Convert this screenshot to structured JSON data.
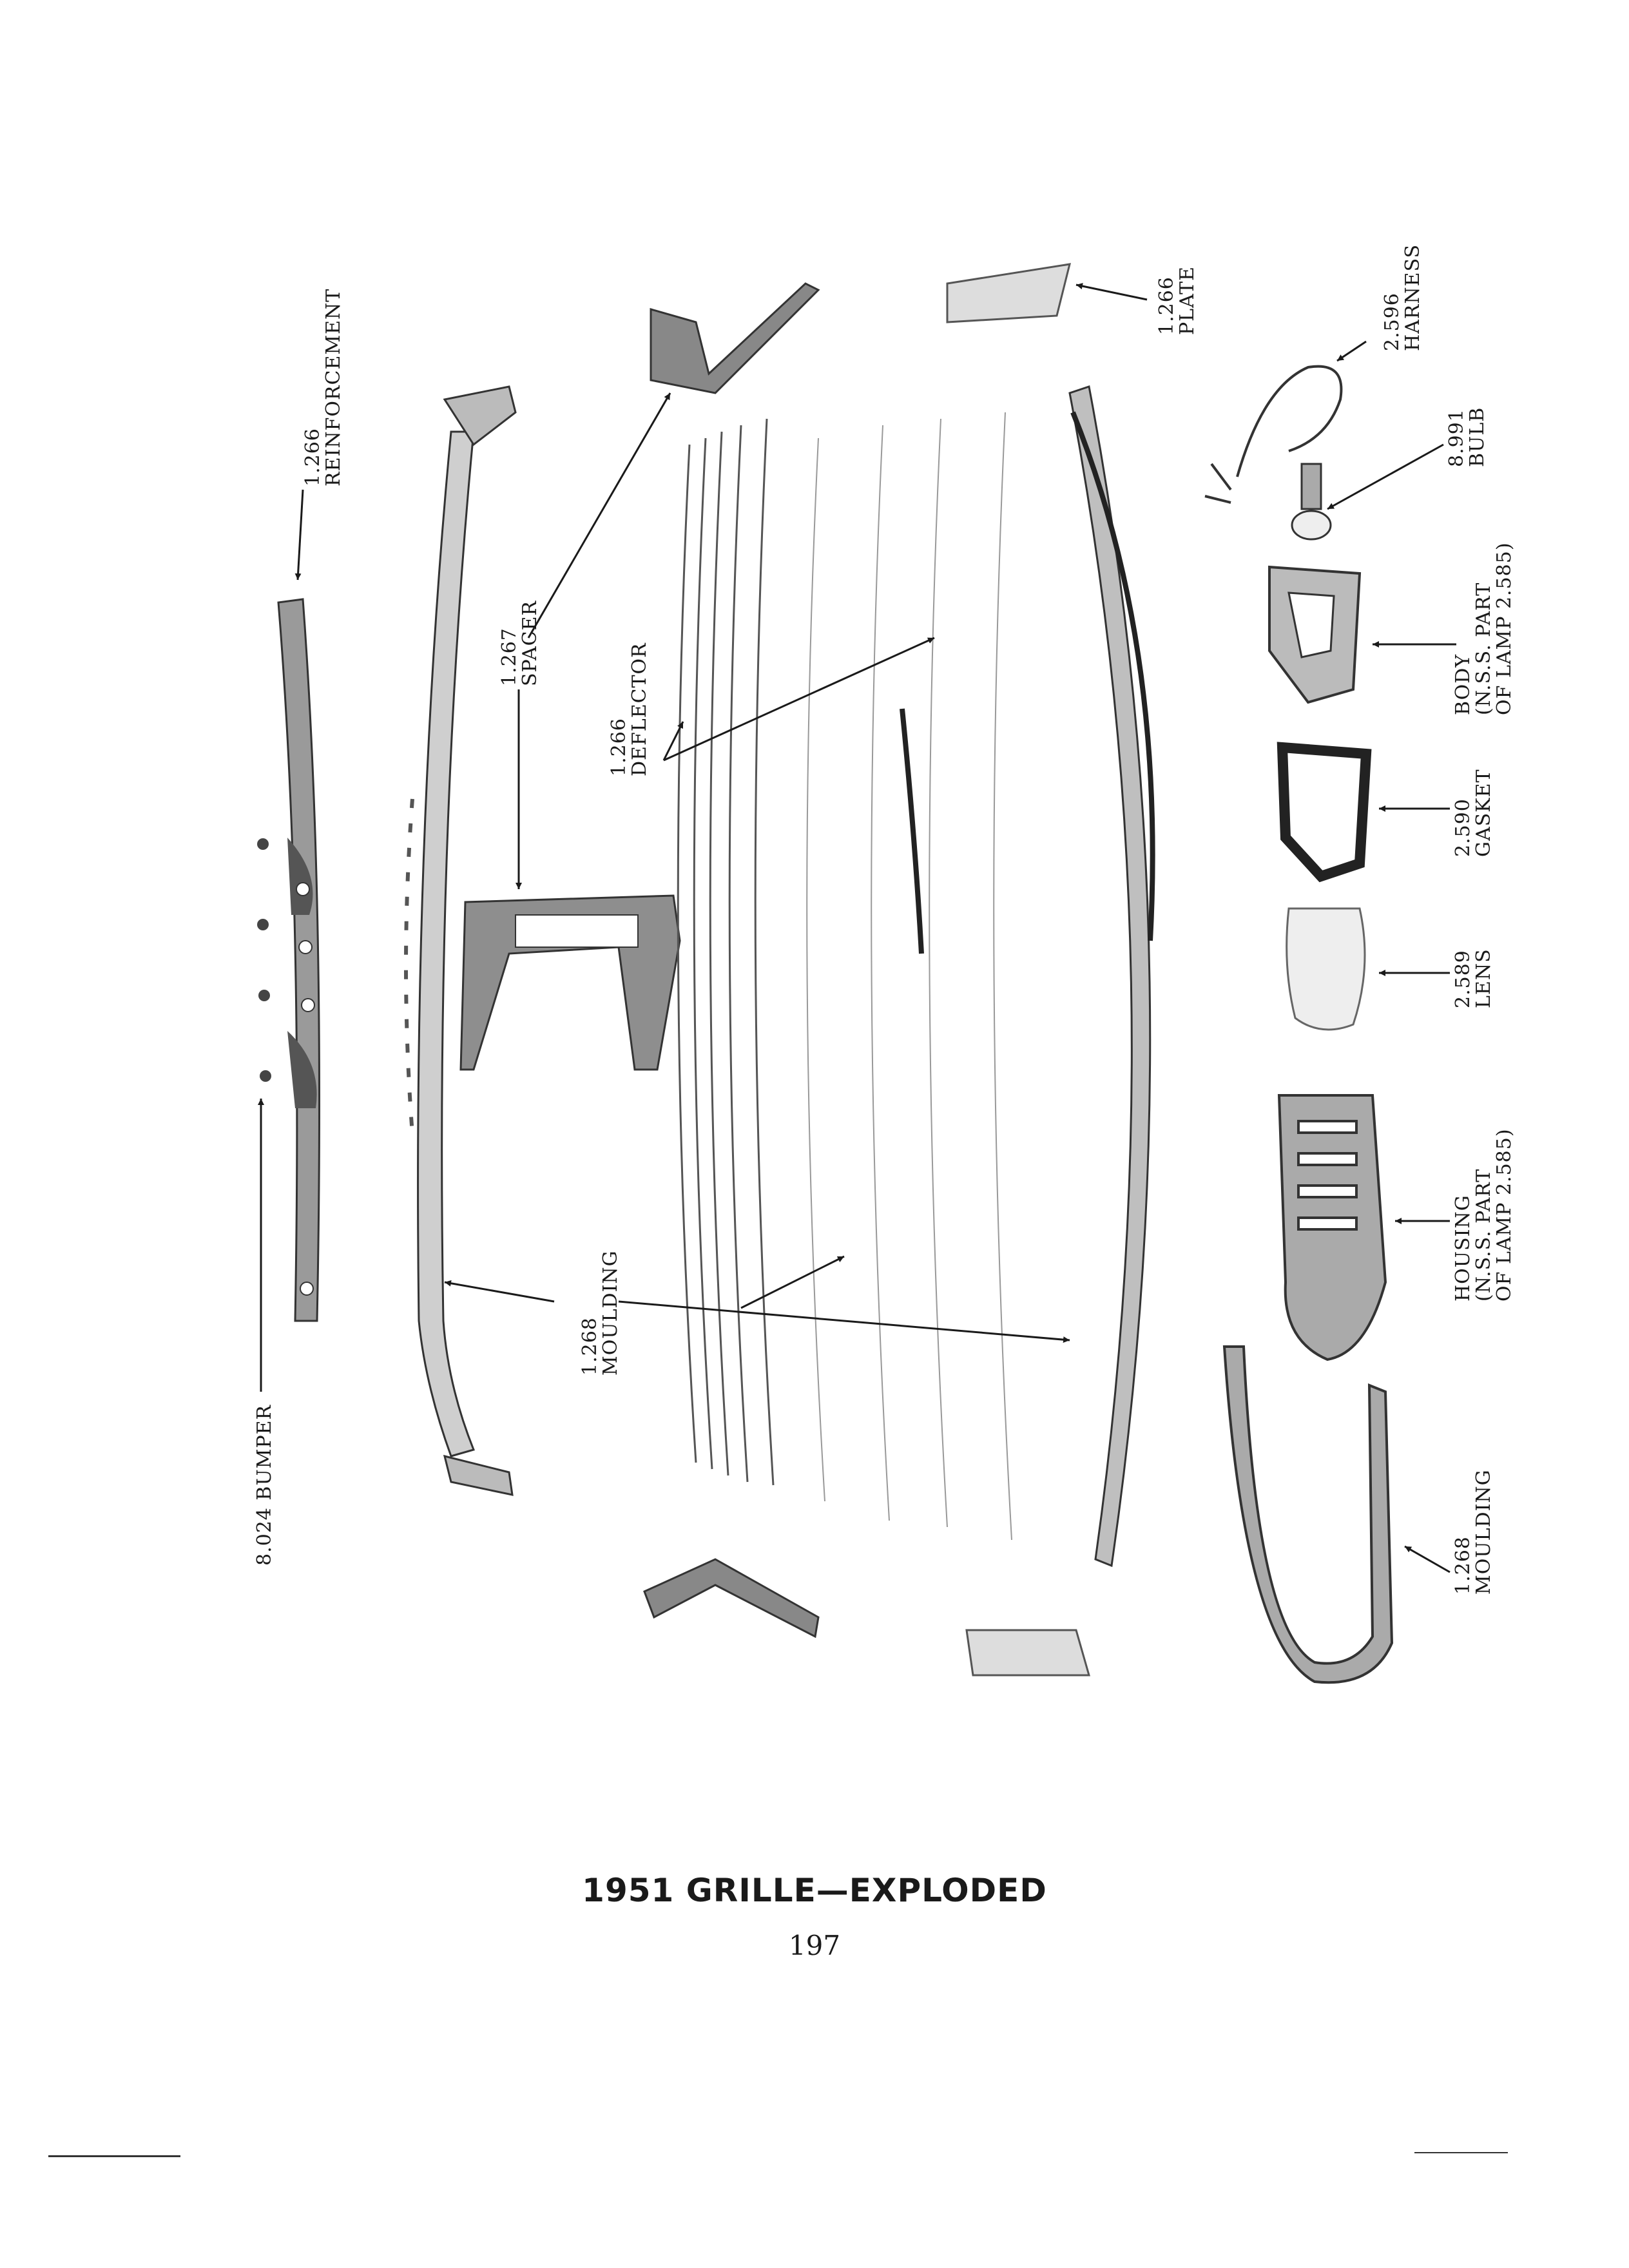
{
  "labels": {
    "bumper": "8.024 BUMPER",
    "reinforcement": {
      "num": "1.266",
      "name": "REINFORCEMENT"
    },
    "spacer": {
      "num": "1.267",
      "name": "SPACER"
    },
    "deflector": {
      "num": "1.266",
      "name": "DEFLECTOR"
    },
    "moulding_main": {
      "num": "1.268",
      "name": "MOULDING"
    },
    "plate": {
      "num": "1.266",
      "name": "PLATE"
    },
    "harness": {
      "num": "2.596",
      "name": "HARNESS"
    },
    "bulb": {
      "num": "8.991",
      "name": "BULB"
    },
    "body": {
      "name": "BODY",
      "l2": "(N.S.S. PART",
      "l3": "OF LAMP 2.585)"
    },
    "gasket": {
      "num": "2.590",
      "name": "GASKET"
    },
    "lens": {
      "num": "2.589",
      "name": "LENS"
    },
    "housing": {
      "name": "HOUSING",
      "l2": "(N.S.S. PART",
      "l3": "OF LAMP 2.585)"
    },
    "moulding_lamp": {
      "num": "1.268",
      "name": "MOULDING"
    }
  },
  "caption": "1951 GRILLE—EXPLODED",
  "page_number": "197"
}
